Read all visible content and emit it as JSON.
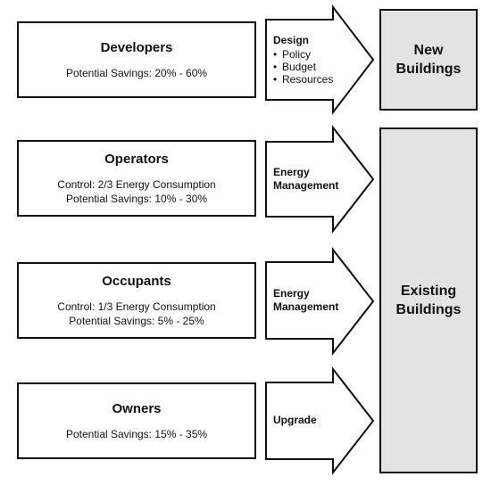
{
  "actors": [
    {
      "title": "Developers",
      "lines": [
        "Potential Savings: 20% - 60%"
      ]
    },
    {
      "title": "Operators",
      "lines": [
        "Control: 2/3 Energy Consumption",
        "Potential Savings: 10% - 30%"
      ]
    },
    {
      "title": "Occupants",
      "lines": [
        "Control: 1/3 Energy Consumption",
        "Potential Savings: 5% - 25%"
      ]
    },
    {
      "title": "Owners",
      "lines": [
        "Potential Savings: 15% - 35%"
      ]
    }
  ],
  "arrows": [
    {
      "label": "Design",
      "items": [
        "Policy",
        "Budget",
        "Resources"
      ]
    },
    {
      "label_lines": [
        "Energy",
        "Management"
      ]
    },
    {
      "label_lines": [
        "Energy",
        "Management"
      ]
    },
    {
      "label_lines": [
        "Upgrade"
      ]
    }
  ],
  "targets": {
    "new": [
      "New",
      "Buildings"
    ],
    "existing": [
      "Existing",
      "Buildings"
    ]
  },
  "colors": {
    "target_fill": "#e3e3e3",
    "stroke": "#111111"
  }
}
